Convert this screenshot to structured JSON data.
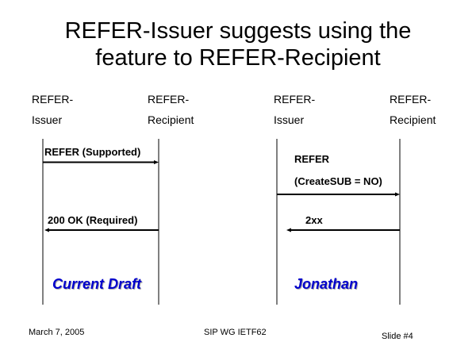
{
  "title_line1": "REFER-Issuer suggests using the",
  "title_line2": "feature to REFER-Recipient",
  "left": {
    "issuer": [
      "REFER-",
      "Issuer"
    ],
    "recipient": [
      "REFER-",
      "Recipient"
    ],
    "msg1": "REFER (Supported)",
    "msg2": "200 OK (Required)",
    "label": "Current Draft"
  },
  "right": {
    "issuer": [
      "REFER-",
      "Issuer"
    ],
    "recipient": [
      "REFER-",
      "Recipient"
    ],
    "msg1a": "REFER",
    "msg1b": "(CreateSUB = NO)",
    "msg2": "2xx",
    "label": "Jonathan"
  },
  "footer": {
    "date": "March 7,  2005",
    "event": "SIP WG IETF62",
    "slide": "Slide #4"
  }
}
